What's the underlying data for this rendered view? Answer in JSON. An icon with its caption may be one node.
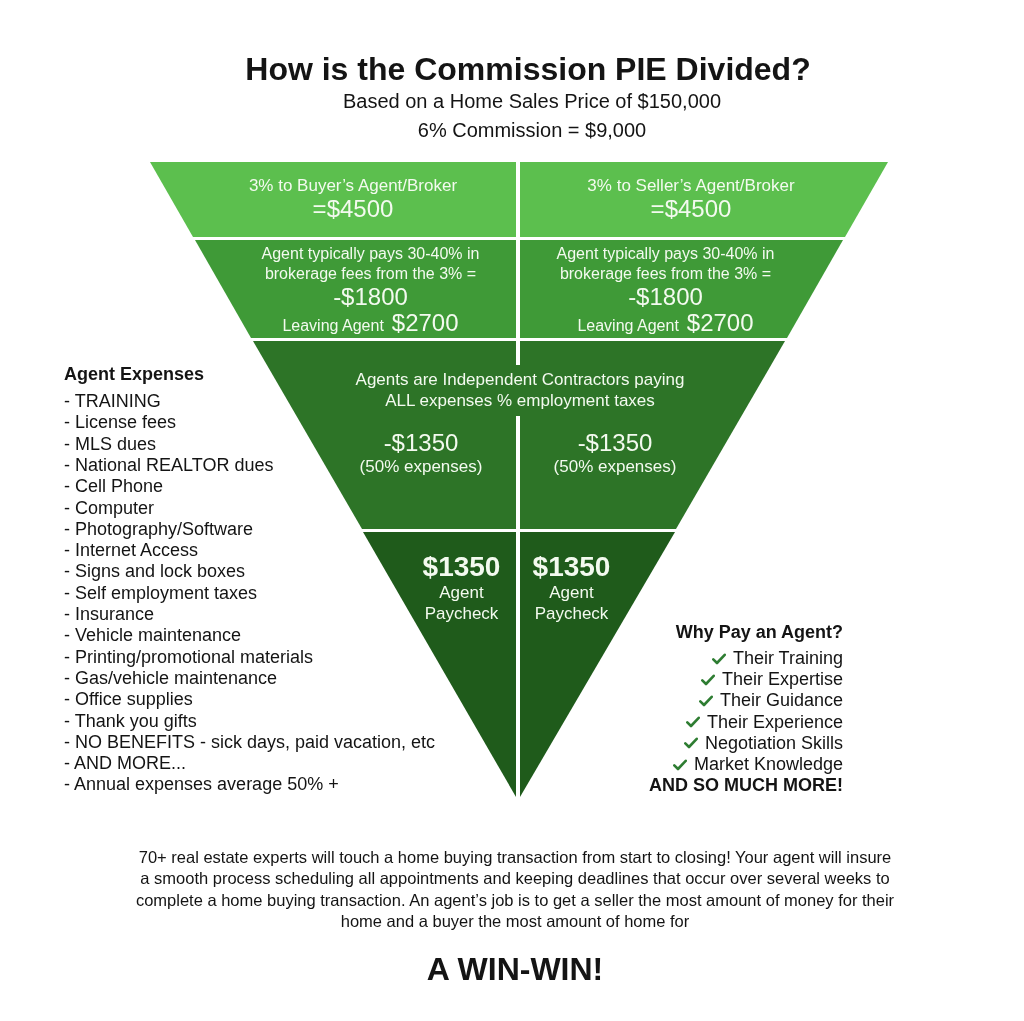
{
  "diagram": {
    "title": "How is the Commission PIE Divided?",
    "nodes": [
      {
        "text": [
          "3% to Buyer’s Agent/Broker",
          "=$4500"
        ]
      },
      {
        "text": [
          "3% to Seller’s Agent/Broker",
          "=$4500"
        ]
      },
      {
        "text": [
          "Agent typically pays 30-40% in brokerage fees from the 3% =",
          "-$1800",
          "Leaving Agent",
          "$2700"
        ]
      },
      {
        "text": [
          "Agent typically pays 30-40% in brokerage fees from the 3% =",
          "-$1800",
          "Leaving Agent",
          "$2700"
        ]
      },
      {
        "text": [
          "Agents are Independent Contractors paying ALL expenses % employment taxes"
        ]
      },
      {
        "text": [
          "-$1350",
          "(50% expenses)"
        ]
      },
      {
        "text": [
          "-$1350",
          "(50% expenses)"
        ]
      },
      {
        "text": [
          "$1350",
          "Agent Paycheck"
        ]
      },
      {
        "text": [
          "$1350",
          "Agent Paycheck"
        ]
      }
    ],
    "labels": [
      "Based on a Home Sales Price of $150,000",
      "6% Commission = $9,000",
      "Agent Expenses",
      "- TRAINING",
      "- License fees",
      "- MLS dues",
      "- National REALTOR dues",
      "- Cell Phone",
      "- Computer",
      "- Photography/Software",
      "- Internet Access",
      "- Signs and lock boxes",
      "- Self employment taxes",
      "- Insurance",
      "- Vehicle maintenance",
      "- Printing/promotional materials",
      "- Gas/vehicle maintenance",
      "- Office supplies",
      "- Thank you gifts",
      "- NO BENEFITS - sick days, paid vacation, etc",
      "- AND MORE...",
      "- Annual expenses average 50% +",
      "Why Pay an Agent?",
      "Their Training",
      "Their Expertise",
      "Their Guidance",
      "Their Experience",
      "Negotiation Skills",
      "Market Knowledge",
      "AND SO MUCH MORE!",
      "70+ real estate experts will touch a home buying transaction from start to closing! Your agent will insure a smooth process scheduling all appointments and keeping deadlines that occur over several weeks to complete a home buying transaction. An agent’s job is to get a seller the most amount of money for their home and a buyer the most amount of home for",
      "A WIN-WIN!"
    ]
  }
}
